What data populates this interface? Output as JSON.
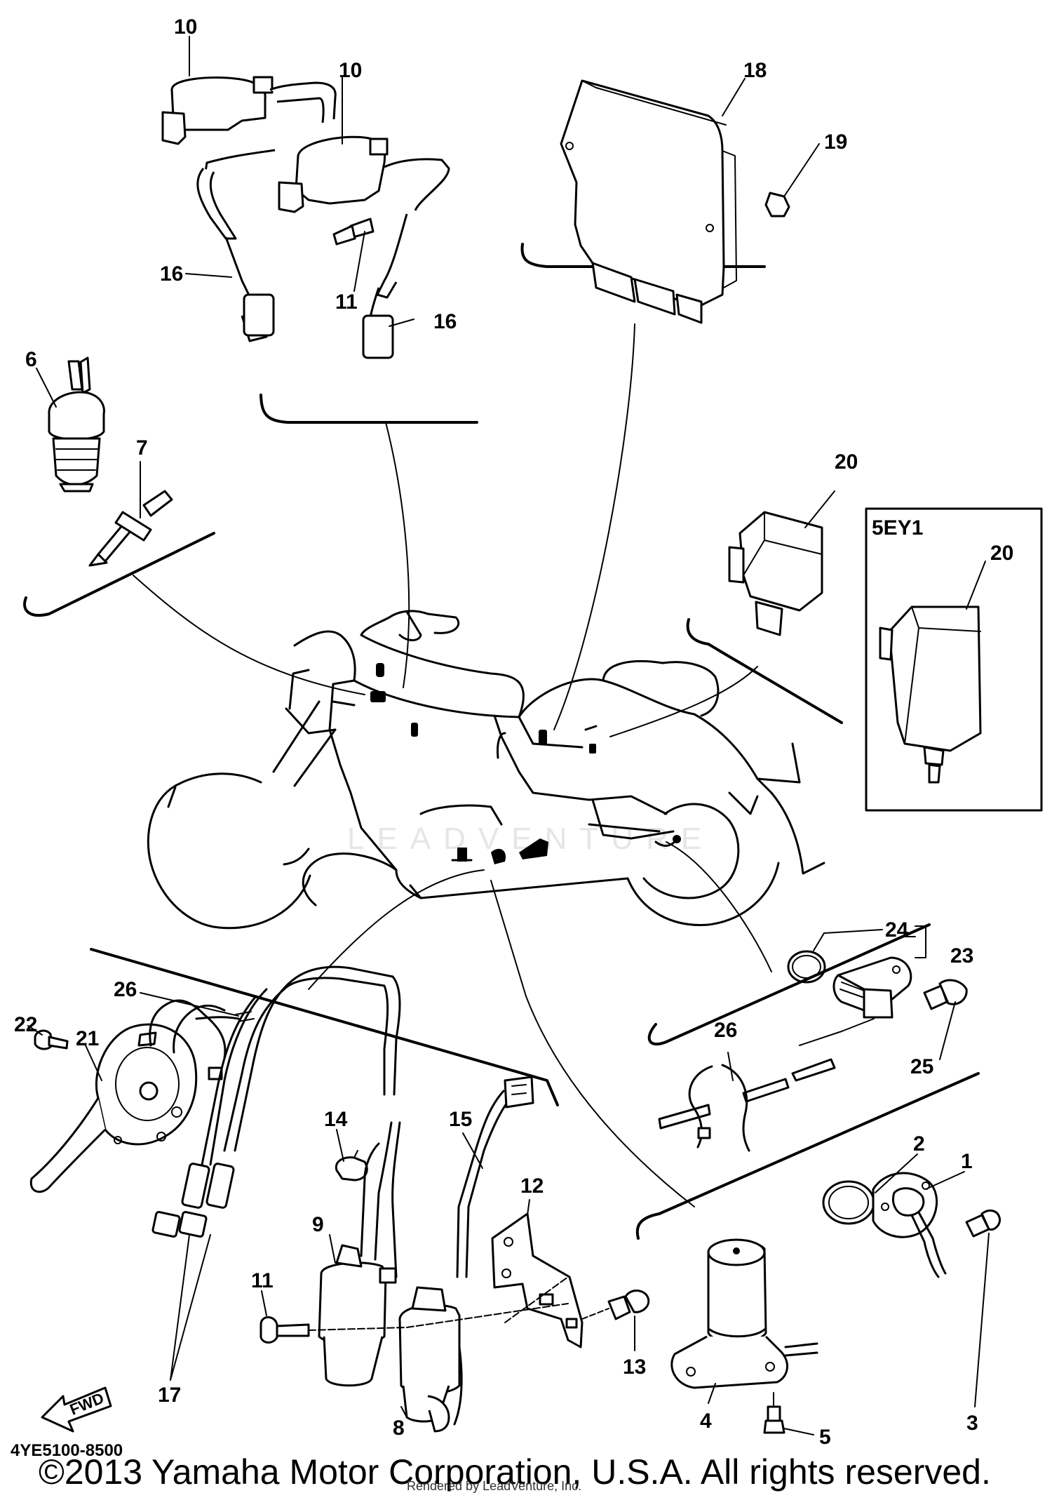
{
  "diagram_code": "4YE5100-8500",
  "variant_label": "5EY1",
  "fwd_label": "FWD",
  "copyright": "©2013 Yamaha Motor Corporation, U.S.A. All rights reserved.",
  "render_credit": "Rendered by LeadVenture, Inc.",
  "watermark": "LEADVENTURE",
  "callouts": {
    "c10a": "10",
    "c10b": "10",
    "c18": "18",
    "c19": "19",
    "c16a": "16",
    "c11a": "11",
    "c16b": "16",
    "c6": "6",
    "c7": "7",
    "c20a": "20",
    "c20b": "20",
    "c24": "24",
    "c23": "23",
    "c25": "25",
    "c26a": "26",
    "c22": "22",
    "c21": "21",
    "c26b": "26",
    "c14": "14",
    "c15": "15",
    "c12": "12",
    "c9": "9",
    "c11b": "11",
    "c13": "13",
    "c17": "17",
    "c8": "8",
    "c2": "2",
    "c1": "1",
    "c3": "3",
    "c4": "4",
    "c5": "5"
  }
}
